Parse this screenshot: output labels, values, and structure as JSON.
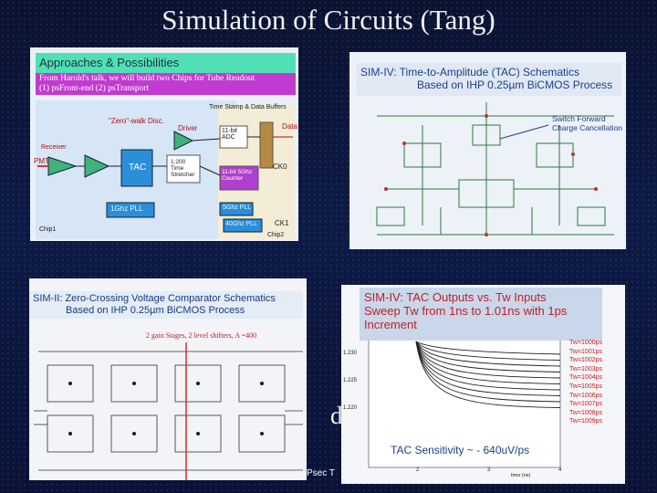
{
  "title": "Simulation of Circuits (Tang)",
  "footer": "Psec T",
  "overlap_text": "d",
  "panel1": {
    "header": "Approaches & Possibilities",
    "subheader_line1": "From Harold's talk, we will build two Chips for Tube Readout",
    "subheader_line2": "(1) psFront-end   (2) psTransport",
    "labels": {
      "zero_walk": "\"Zero\"-walk Disc.",
      "driver": "Driver",
      "adc": "11-bit ADC",
      "timestamp": "Time Stamp & Data Buffers",
      "data": "Data",
      "receiver": "Receiver",
      "pmt": "PMT",
      "tac": "TAC",
      "stretcher": "1:200 Time Stretcher",
      "counter": "11-bit 5Ghz Counter",
      "ck0": "CK0",
      "pll1": "1Ghz PLL",
      "pll5": "5Ghz PLL",
      "pll40": "40Ghz PLL",
      "ck1": "CK1",
      "chip1": "Chip1",
      "chip2": "Chip2"
    }
  },
  "panel2": {
    "header_line1": "SIM-IV: Time-to-Amplitude (TAC) Schematics",
    "header_line2": "Based on IHP 0.25µm BiCMOS Process",
    "annotation": "Switch Forward Charge Cancellation"
  },
  "panel3": {
    "header_line1": "SIM-II: Zero-Crossing Voltage Comparator Schematics",
    "header_line2": "Based on IHP 0.25µm BiCMOS Process",
    "note": "2 gain Stages, 2 level shifters, A =400"
  },
  "panel4": {
    "header_line1": "SIM-IV:  TAC Outputs vs. Tw Inputs",
    "header_line2": "Sweep Tw from 1ns to 1.01ns with 1ps",
    "header_line3": "Increment",
    "sensitivity": "TAC Sensitivity ~ - 640uV/ps",
    "y_ticks": [
      "1.230",
      "1.225",
      "1.220"
    ],
    "x_ticks": [
      "2",
      "3",
      "4"
    ],
    "x_label": "time (ns)",
    "legend": [
      "Tw=1000ps",
      "Tw=1001ps",
      "Tw=1002ps",
      "Tw=1003ps",
      "Tw=1004ps",
      "Tw=1005ps",
      "Tw=1006ps",
      "Tw=1007ps",
      "Tw=1008ps",
      "Tw=1009ps"
    ]
  }
}
